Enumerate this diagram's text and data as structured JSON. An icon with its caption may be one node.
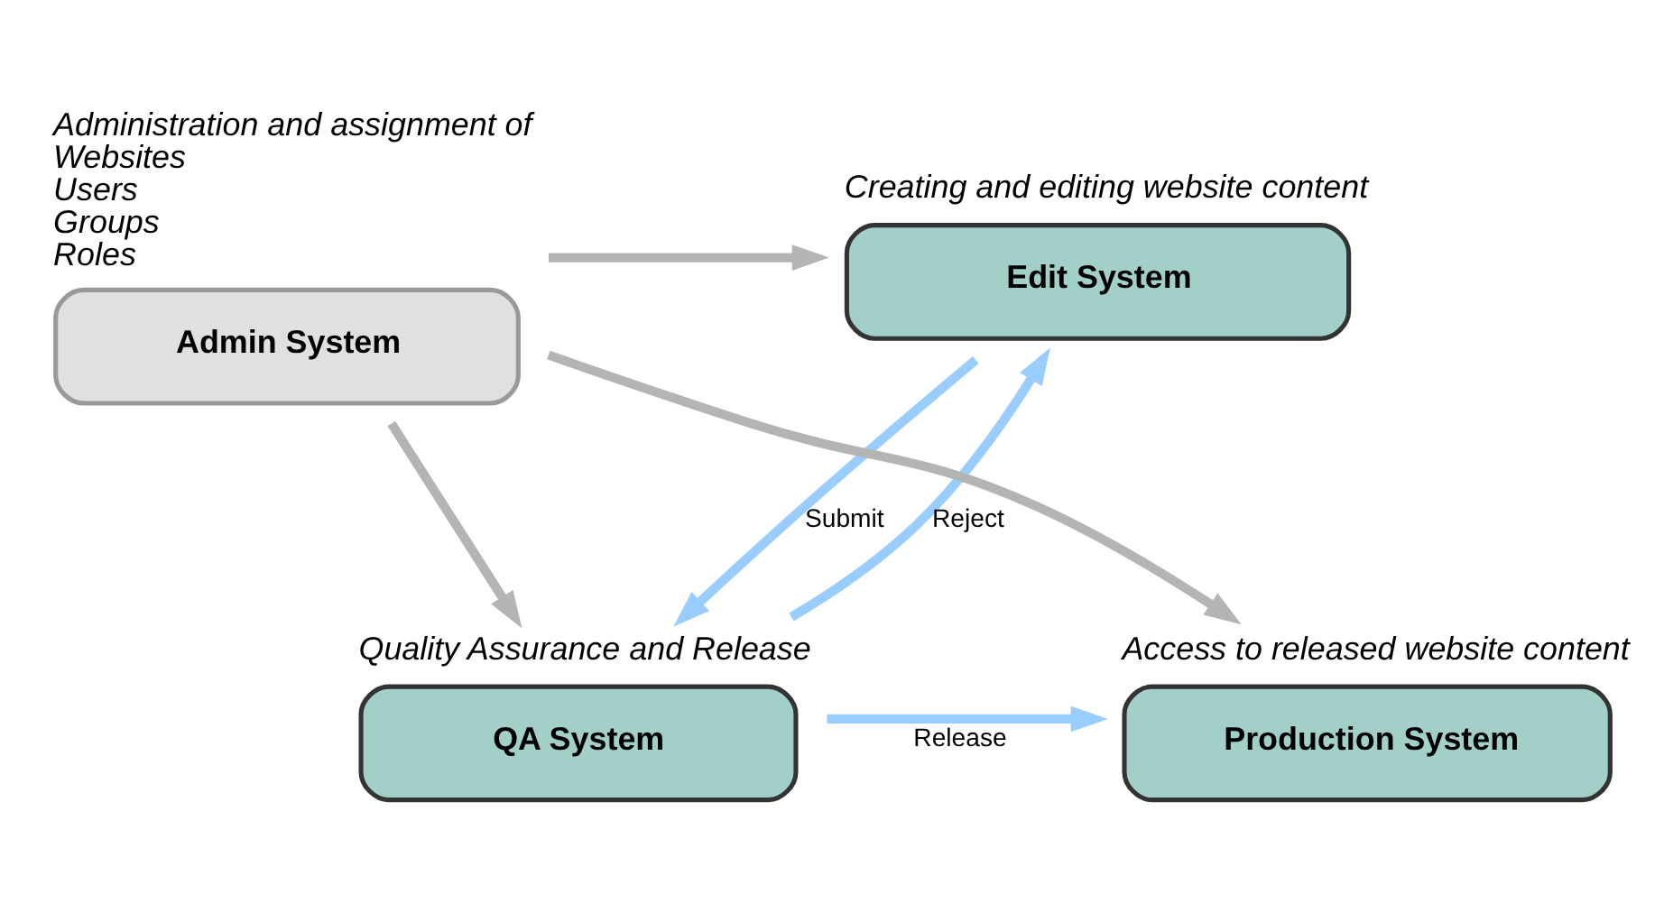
{
  "diagram": {
    "nodes": [
      {
        "text": [
          "QA System"
        ],
        "beside": [
          "Quality Assurance and Release"
        ]
      },
      {
        "text": [
          "Production System"
        ],
        "beside": [
          "Access to released website content"
        ]
      },
      {
        "text": [
          "Edit System"
        ],
        "beside": [
          "Creating and editing website content"
        ]
      },
      {
        "text": [
          "Admin System"
        ],
        "beside": [
          "Administration and assignment of",
          "Websites",
          "Users",
          "Groups",
          "Roles"
        ]
      }
    ],
    "edges": [
      {
        "from": 2,
        "to": 0,
        "arrow": "to",
        "label": "Submit",
        "color": "#99ccff"
      },
      {
        "from": 0,
        "to": 2,
        "arrow": "to",
        "label": "Reject",
        "color": "#99ccff"
      },
      {
        "from": 0,
        "to": 1,
        "arrow": "to",
        "label": "Release",
        "color": "#99ccff"
      },
      {
        "from": 3,
        "to": 0,
        "arrow": "to",
        "color": "#b4b4b4"
      },
      {
        "from": 3,
        "to": 1,
        "arrow": "to",
        "color": "#b4b4b4"
      },
      {
        "from": 3,
        "to": 2,
        "arrow": "to",
        "color": "#b4b4b4"
      }
    ]
  }
}
